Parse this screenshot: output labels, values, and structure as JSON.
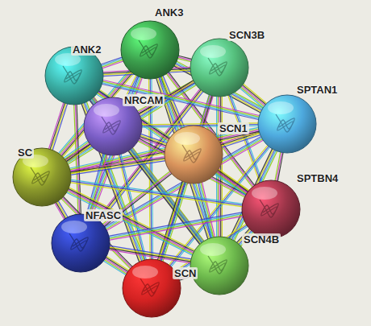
{
  "diagram": {
    "nodes": [
      {
        "text": [
          "ANK3"
        ]
      },
      {
        "text": [
          "SCN3B"
        ]
      },
      {
        "text": [
          "ANK2"
        ]
      },
      {
        "text": [
          "SPTAN1"
        ]
      },
      {
        "text": [
          "NRCAM"
        ]
      },
      {
        "text": [
          "SCN1"
        ]
      },
      {
        "text": [
          "SC"
        ]
      },
      {
        "text": [
          "SPTBN4"
        ]
      },
      {
        "text": [
          "NFASC"
        ]
      },
      {
        "text": [
          "SCN4B"
        ]
      },
      {
        "text": [
          "SCN"
        ]
      }
    ],
    "edges": [
      {
        "from": 0,
        "to": 1,
        "arrow": "none"
      },
      {
        "from": 0,
        "to": 2,
        "arrow": "none"
      },
      {
        "from": 0,
        "to": 3,
        "arrow": "none"
      },
      {
        "from": 0,
        "to": 4,
        "arrow": "none"
      },
      {
        "from": 0,
        "to": 5,
        "arrow": "none"
      },
      {
        "from": 0,
        "to": 6,
        "arrow": "none"
      },
      {
        "from": 0,
        "to": 7,
        "arrow": "none"
      },
      {
        "from": 0,
        "to": 8,
        "arrow": "none"
      },
      {
        "from": 0,
        "to": 9,
        "arrow": "none"
      },
      {
        "from": 0,
        "to": 10,
        "arrow": "none"
      },
      {
        "from": 1,
        "to": 2,
        "arrow": "none"
      },
      {
        "from": 1,
        "to": 3,
        "arrow": "none"
      },
      {
        "from": 1,
        "to": 4,
        "arrow": "none"
      },
      {
        "from": 1,
        "to": 5,
        "arrow": "none"
      },
      {
        "from": 1,
        "to": 6,
        "arrow": "none"
      },
      {
        "from": 1,
        "to": 7,
        "arrow": "none"
      },
      {
        "from": 1,
        "to": 8,
        "arrow": "none"
      },
      {
        "from": 1,
        "to": 9,
        "arrow": "none"
      },
      {
        "from": 1,
        "to": 10,
        "arrow": "none"
      },
      {
        "from": 2,
        "to": 3,
        "arrow": "none"
      },
      {
        "from": 2,
        "to": 4,
        "arrow": "none"
      },
      {
        "from": 2,
        "to": 5,
        "arrow": "none"
      },
      {
        "from": 2,
        "to": 6,
        "arrow": "none"
      },
      {
        "from": 2,
        "to": 7,
        "arrow": "none"
      },
      {
        "from": 2,
        "to": 8,
        "arrow": "none"
      },
      {
        "from": 2,
        "to": 9,
        "arrow": "none"
      },
      {
        "from": 2,
        "to": 10,
        "arrow": "none"
      },
      {
        "from": 3,
        "to": 4,
        "arrow": "none"
      },
      {
        "from": 3,
        "to": 5,
        "arrow": "none"
      },
      {
        "from": 3,
        "to": 6,
        "arrow": "none"
      },
      {
        "from": 3,
        "to": 7,
        "arrow": "none"
      },
      {
        "from": 3,
        "to": 8,
        "arrow": "none"
      },
      {
        "from": 3,
        "to": 9,
        "arrow": "none"
      },
      {
        "from": 3,
        "to": 10,
        "arrow": "none"
      },
      {
        "from": 4,
        "to": 5,
        "arrow": "none"
      },
      {
        "from": 4,
        "to": 6,
        "arrow": "none"
      },
      {
        "from": 4,
        "to": 7,
        "arrow": "none"
      },
      {
        "from": 4,
        "to": 8,
        "arrow": "none"
      },
      {
        "from": 4,
        "to": 9,
        "arrow": "none"
      },
      {
        "from": 4,
        "to": 10,
        "arrow": "none"
      },
      {
        "from": 5,
        "to": 6,
        "arrow": "none"
      },
      {
        "from": 5,
        "to": 7,
        "arrow": "none"
      },
      {
        "from": 5,
        "to": 8,
        "arrow": "none"
      },
      {
        "from": 5,
        "to": 9,
        "arrow": "none"
      },
      {
        "from": 5,
        "to": 10,
        "arrow": "none"
      },
      {
        "from": 6,
        "to": 7,
        "arrow": "none"
      },
      {
        "from": 6,
        "to": 8,
        "arrow": "none"
      },
      {
        "from": 6,
        "to": 9,
        "arrow": "none"
      },
      {
        "from": 6,
        "to": 10,
        "arrow": "none"
      },
      {
        "from": 7,
        "to": 8,
        "arrow": "none"
      },
      {
        "from": 7,
        "to": 9,
        "arrow": "none"
      },
      {
        "from": 7,
        "to": 10,
        "arrow": "none"
      },
      {
        "from": 8,
        "to": 9,
        "arrow": "none"
      },
      {
        "from": 8,
        "to": 10,
        "arrow": "none"
      },
      {
        "from": 9,
        "to": 10,
        "arrow": "none"
      }
    ]
  }
}
